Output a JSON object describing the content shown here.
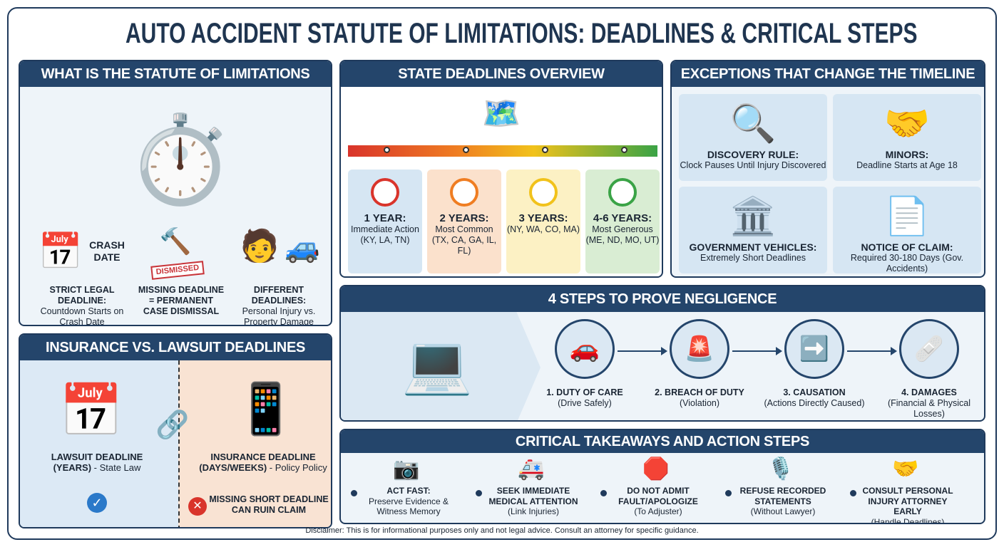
{
  "title": "AUTO ACCIDENT STATUTE OF LIMITATIONS: DEADLINES & CRITICAL STEPS",
  "what_is": {
    "header": "WHAT IS THE STATUTE OF LIMITATIONS",
    "crash_date": "CRASH DATE",
    "stamp": "DISMISSED",
    "items": [
      {
        "title": "STRICT LEGAL DEADLINE:",
        "text": "Countdown Starts on Crash Date"
      },
      {
        "title": "MISSING DEADLINE = PERMANENT CASE DISMISSAL",
        "text": ""
      },
      {
        "title": "DIFFERENT DEADLINES:",
        "text": "Personal Injury vs. Property Damage"
      }
    ]
  },
  "insurance": {
    "header": "INSURANCE VS. LAWSUIT DEADLINES",
    "lawsuit_title": "LAWSUIT DEADLINE (YEARS)",
    "lawsuit_text": " - State Law",
    "insurance_title": "INSURANCE DEADLINE (DAYS/WEEKS)",
    "insurance_text": " - Policy Policy",
    "warning": "MISSING SHORT DEADLINE CAN RUIN CLAIM",
    "colors": {
      "left": "#dce9f5",
      "right": "#f9e3d3"
    }
  },
  "states": {
    "header": "STATE DEADLINES OVERVIEW",
    "cards": [
      {
        "title": "1 YEAR:",
        "text": "Immediate Action",
        "states": "(KY, LA, TN)",
        "color": "#d6e6f3",
        "accent": "#d9342b"
      },
      {
        "title": "2 YEARS:",
        "text": "Most Common",
        "states": "(TX, CA, GA, IL, FL)",
        "color": "#fbe1cc",
        "accent": "#ef7d22"
      },
      {
        "title": "3 YEARS:",
        "text": "",
        "states": "(NY, WA, CO, MA)",
        "color": "#fcf1c4",
        "accent": "#f1c21b"
      },
      {
        "title": "4-6 YEARS:",
        "text": "Most Generous",
        "states": "(ME, ND, MO, UT)",
        "color": "#d9edd3",
        "accent": "#3aa346"
      }
    ]
  },
  "exceptions": {
    "header": "EXCEPTIONS THAT CHANGE THE TIMELINE",
    "items": [
      {
        "title": "DISCOVERY RULE:",
        "text": "Clock Pauses Until Injury Discovered",
        "icon": "🔍"
      },
      {
        "title": "MINORS:",
        "text": "Deadline Starts at Age 18",
        "icon": "🤝"
      },
      {
        "title": "GOVERNMENT VEHICLES:",
        "text": "Extremely Short Deadlines",
        "icon": "🏛️"
      },
      {
        "title": "NOTICE OF CLAIM:",
        "text": "Required 30-180 Days (Gov. Accidents)",
        "icon": "📄"
      }
    ]
  },
  "negligence": {
    "header": "4 STEPS TO PROVE NEGLIGENCE",
    "steps": [
      {
        "title": "1. DUTY OF CARE",
        "text": "(Drive Safely)",
        "icon": "🚗"
      },
      {
        "title": "2. BREACH OF DUTY",
        "text": "(Violation)",
        "icon": "🚨"
      },
      {
        "title": "3. CAUSATION",
        "text": "(Actions Directly Caused)",
        "icon": "➡️"
      },
      {
        "title": "4. DAMAGES",
        "text": "(Financial & Physical Losses)",
        "icon": "🩹"
      }
    ]
  },
  "takeaways": {
    "header": "CRITICAL TAKEAWAYS AND ACTION STEPS",
    "items": [
      {
        "title": "ACT FAST:",
        "text": "Preserve Evidence & Witness Memory",
        "icon": "📷"
      },
      {
        "title": "SEEK IMMEDIATE MEDICAL ATTENTION",
        "text": "(Link Injuries)",
        "icon": "🚑"
      },
      {
        "title": "DO NOT ADMIT FAULT/APOLOGIZE",
        "text": "(To Adjuster)",
        "icon": "🛑"
      },
      {
        "title": "REFUSE RECORDED STATEMENTS",
        "text": "(Without Lawyer)",
        "icon": "🎙️"
      },
      {
        "title": "CONSULT PERSONAL INJURY ATTORNEY EARLY",
        "text": "(Handle Deadlines)",
        "icon": "🤝"
      }
    ]
  },
  "disclaimer": "Disclaimer: This is for informational purposes only and not legal advice. Consult an attorney for specific guidance."
}
